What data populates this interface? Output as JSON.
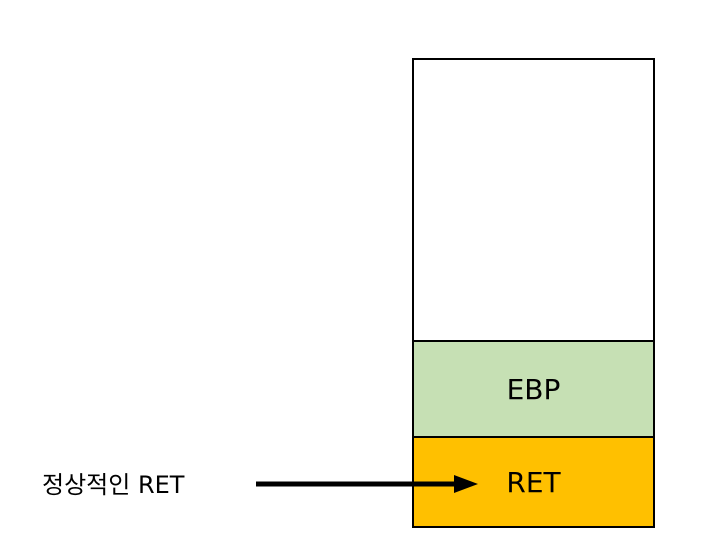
{
  "stack": {
    "cells": [
      {
        "label": ""
      },
      {
        "label": "EBP",
        "color": "#c6e0b4"
      },
      {
        "label": "RET",
        "color": "#ffc000"
      }
    ]
  },
  "pointer": {
    "label": "정상적인 RET"
  }
}
